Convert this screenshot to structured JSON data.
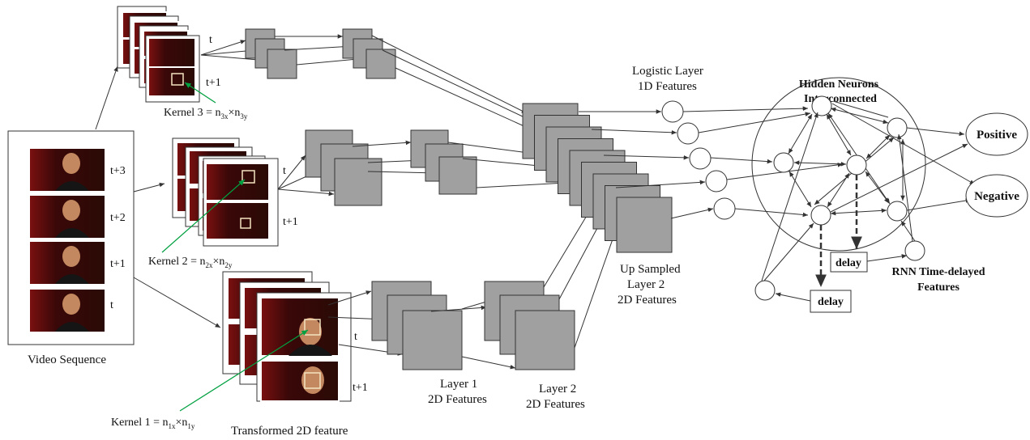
{
  "video": {
    "caption": "Video Sequence",
    "frame_labels": [
      "t+3",
      "t+2",
      "t+1",
      "t"
    ]
  },
  "branches": {
    "top": {
      "t_label": "t",
      "t1_label": "t+1",
      "kernel_text": "Kernel 3 = ",
      "kernel_a": "n",
      "kernel_a_sub": "3x",
      "kernel_b": "n",
      "kernel_b_sub": "3y"
    },
    "mid": {
      "t_label": "t",
      "t1_label": "t+1",
      "kernel_text": "Kernel 2 = ",
      "kernel_a": "n",
      "kernel_a_sub": "2x",
      "kernel_b": "n",
      "kernel_b_sub": "2y"
    },
    "bottom": {
      "t_label": "t",
      "t1_label": "t+1",
      "kernel_text": "Kernel 1 = ",
      "kernel_a": "n",
      "kernel_a_sub": "1x",
      "kernel_b": "n",
      "kernel_b_sub": "1y",
      "caption": "Transformed 2D feature"
    }
  },
  "labels": {
    "layer1": [
      "Layer 1",
      "2D Features"
    ],
    "layer2": [
      "Layer 2",
      "2D Features"
    ],
    "upsampled": [
      "Up Sampled",
      "Layer 2",
      "2D Features"
    ],
    "logistic": [
      "Logistic Layer",
      "1D Features"
    ],
    "hidden": [
      "Hidden Neurons",
      "Interconnected"
    ],
    "rnn": [
      "RNN Time-delayed",
      "Features"
    ],
    "delay": "delay",
    "positive": "Positive",
    "negative": "Negative",
    "times": "×"
  },
  "colors": {
    "feature_map": "#a0a0a0",
    "kernel_line": "#00a040",
    "line": "#333333"
  }
}
